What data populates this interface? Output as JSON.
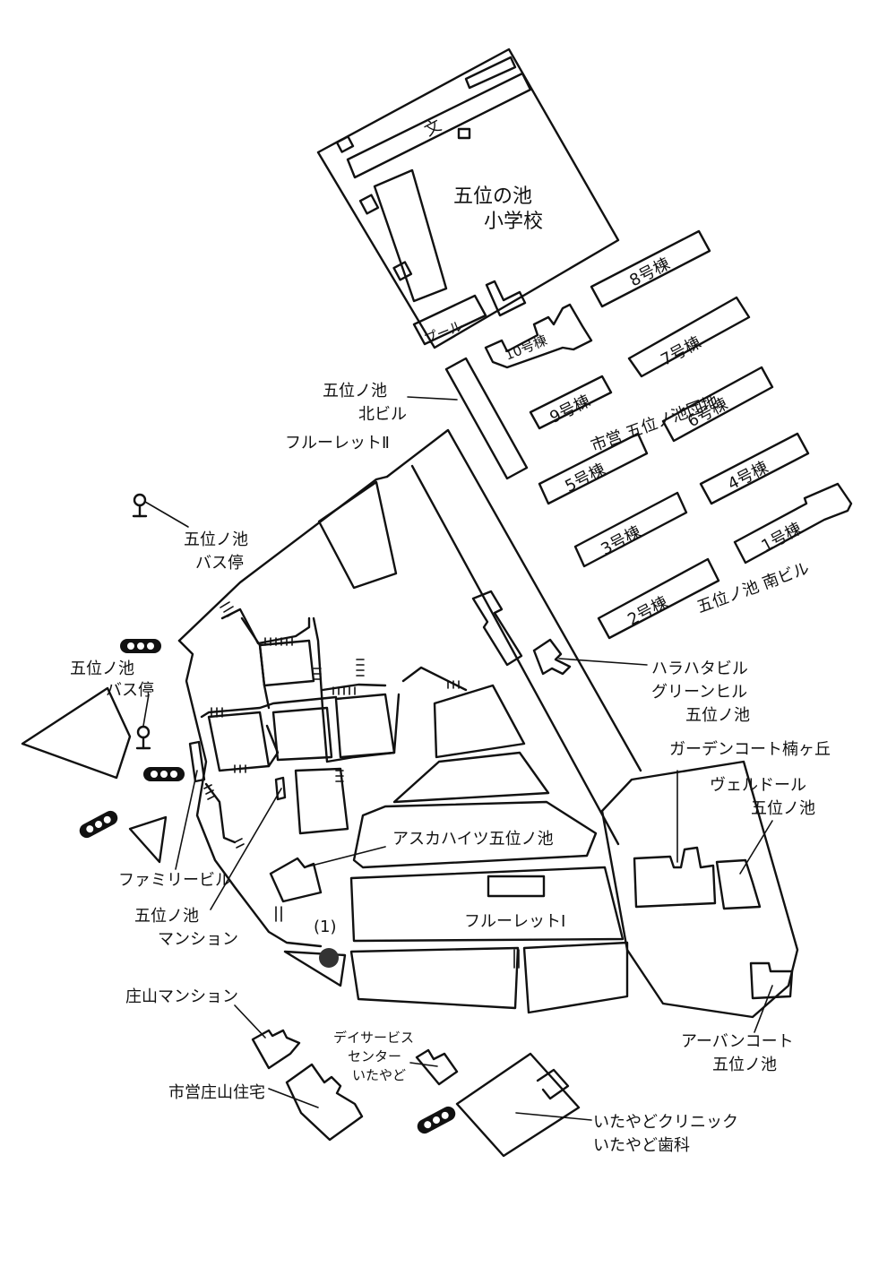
{
  "school": {
    "name_line1": "五位の池",
    "name_line2": "小学校",
    "symbol": "文",
    "pool": "プール"
  },
  "danchi": {
    "name": "市営 五位ノ池団地",
    "blocks": [
      "1号棟",
      "2号棟",
      "3号棟",
      "4号棟",
      "5号棟",
      "6号棟",
      "7号棟",
      "8号棟",
      "9号棟",
      "10号棟"
    ],
    "south_bldg": "五位ノ池 南ビル"
  },
  "labels": {
    "kita_bldg_1": "五位ノ池",
    "kita_bldg_2": "北ビル",
    "fleuret2": "フルーレットⅡ",
    "bus_stop_n_1": "五位ノ池",
    "bus_stop_n_2": "バス停",
    "bus_stop_w_1": "五位ノ池",
    "bus_stop_w_2": "バス停",
    "harahata_1": "ハラハタビル",
    "harahata_2": "グリーンヒル",
    "harahata_3": "五位ノ池",
    "garden_court": "ガーデンコート楠ヶ丘",
    "verdore_1": "ヴェルドール",
    "verdore_2": "五位ノ池",
    "asuka": "アスカハイツ五位ノ池",
    "fleuret1": "フルーレットⅠ",
    "family": "ファミリービル",
    "mansion_1": "五位ノ池",
    "mansion_2": "マンション",
    "marker": "(1)",
    "shoyama_mansion": "庄山マンション",
    "shoyama_jutaku": "市営庄山住宅",
    "day_service_1": "デイサービス",
    "day_service_2": "センター",
    "day_service_3": "いたやど",
    "urban_1": "アーバンコート",
    "urban_2": "五位ノ池",
    "clinic_1": "いたやどクリニック",
    "clinic_2": "いたやど歯科"
  },
  "icons": [
    "bus-stop-icon",
    "traffic-light-icon",
    "location-marker-icon"
  ]
}
